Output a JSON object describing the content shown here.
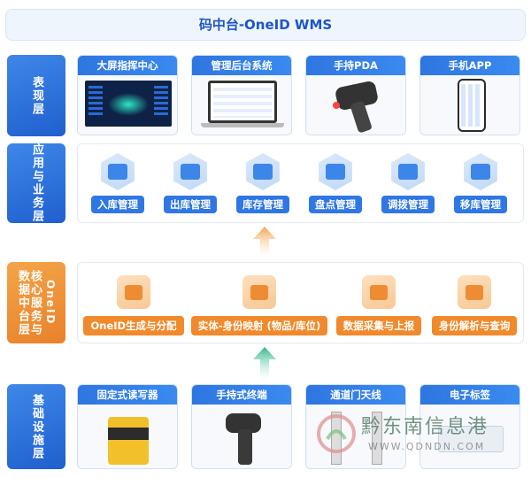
{
  "title": "码中台-OneID WMS",
  "layers": {
    "presentation": "表现层",
    "application": "应用与业务层",
    "core_main": "核心服务与数据中台层",
    "core_sub": "OneID",
    "infrastructure": "基础设施层"
  },
  "presentation_cards": [
    "大屏指挥中心",
    "管理后台系统",
    "手持PDA",
    "手机APP"
  ],
  "application_items": [
    "入库管理",
    "出库管理",
    "库存管理",
    "盘点管理",
    "调拨管理",
    "移库管理"
  ],
  "core_items": [
    "OneID生成与分配",
    "实体-身份映射 (物品/库位)",
    "数据采集与上报",
    "身份解析与查询"
  ],
  "infra_cards": [
    "固定式读写器",
    "手持式终端",
    "通道门天线",
    "电子标签"
  ],
  "watermark": {
    "text": "黔东南信息港",
    "url": "WWW.QDNDN.COM"
  },
  "colors": {
    "blue": "#2f77e4",
    "orange": "#f08a2c"
  }
}
